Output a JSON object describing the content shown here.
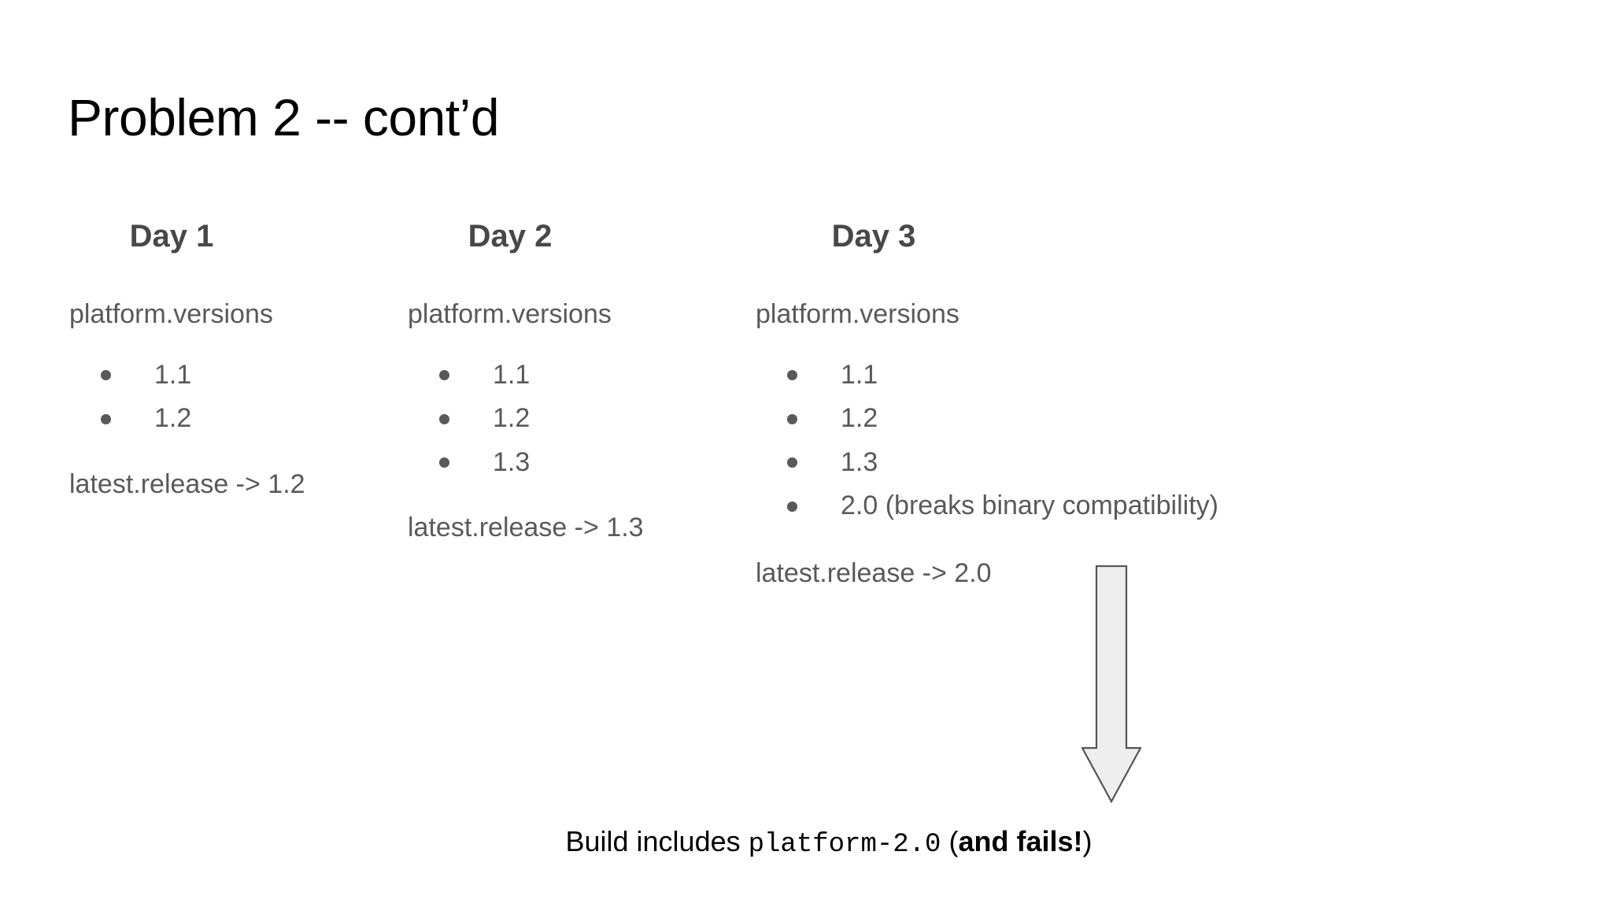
{
  "slide": {
    "title": "Problem 2 -- cont’d",
    "background_color": "#ffffff",
    "title_color": "#000000",
    "body_text_color": "#595959",
    "heading_color": "#484848",
    "arrow_fill_color": "#eeeeee",
    "arrow_stroke_color": "#555555"
  },
  "columns": [
    {
      "heading": "Day 1",
      "versions_label": "platform.versions",
      "versions": [
        "1.1",
        "1.2"
      ],
      "latest_release": "latest.release -> 1.2"
    },
    {
      "heading": "Day 2",
      "versions_label": "platform.versions",
      "versions": [
        "1.1",
        "1.2",
        "1.3"
      ],
      "latest_release": "latest.release -> 1.3"
    },
    {
      "heading": "Day 3",
      "versions_label": "platform.versions",
      "versions": [
        "1.1",
        "1.2",
        "1.3",
        "2.0 (breaks binary compatibility)"
      ],
      "latest_release": "latest.release -> 2.0"
    }
  ],
  "arrow": {
    "icon": "down-arrow-icon",
    "direction": "down"
  },
  "caption": {
    "lead": "Build includes ",
    "package": "platform-2.0",
    "open_paren": " (",
    "emphasis": "and fails!",
    "close_paren": ")"
  }
}
